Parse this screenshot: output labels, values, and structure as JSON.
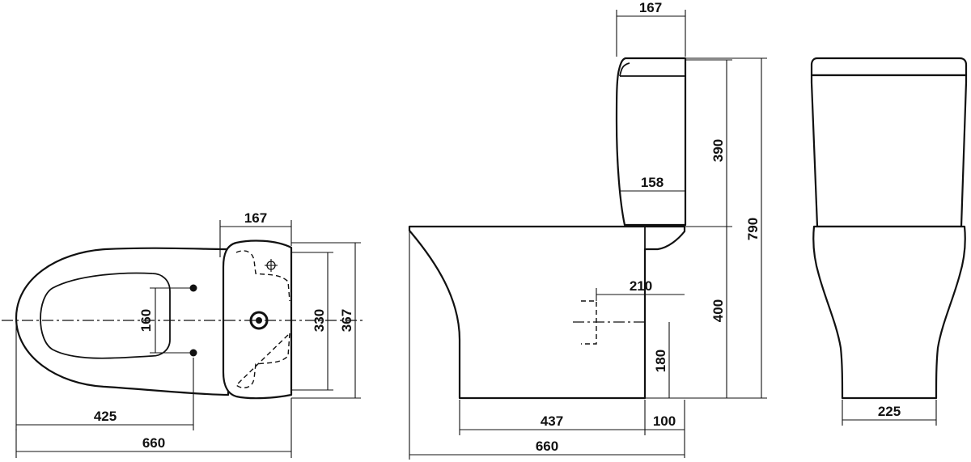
{
  "top_view": {
    "dims": {
      "tank_depth": "167",
      "seat_fixing_spacing": "160",
      "outlet_width": "330",
      "overall_width": "367",
      "fixing_to_front": "425",
      "overall_length": "660"
    }
  },
  "side_view": {
    "dims": {
      "tank_depth": "167",
      "tank_height": "390",
      "tank_inner": "158",
      "overall_height": "790",
      "pan_height": "400",
      "outlet_offset": "210",
      "outlet_height": "180",
      "base_length": "437",
      "rear_gap": "100",
      "overall_length": "660"
    }
  },
  "front_view": {
    "dims": {
      "base_width": "225"
    }
  }
}
